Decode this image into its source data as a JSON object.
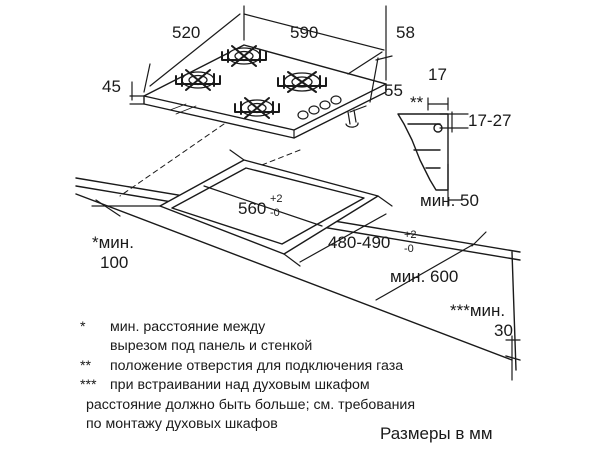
{
  "dimensions": {
    "width_520": "520",
    "depth_590": "590",
    "offset_58": "58",
    "height_45": "45",
    "gas_55": "55",
    "bracket_17": "17",
    "bracket_star2": "**",
    "bracket_17_27": "17-27",
    "min_50": "мин. 50",
    "cutout_560": "560",
    "cutout_560_tol_plus": "+2",
    "cutout_560_tol_minus": "-0",
    "cutout_480": "480-490",
    "cutout_480_tol_plus": "+2",
    "cutout_480_tol_minus": "-0",
    "min_100_label": "*мин.",
    "min_100_value": "100",
    "min_600": "мин. 600",
    "min_30_label": "***мин.",
    "min_30_value": "30"
  },
  "footnotes": [
    {
      "mark": "*",
      "lines": [
        "мин. расстояние между",
        "вырезом под панель и стенкой"
      ]
    },
    {
      "mark": "**",
      "lines": [
        "положение отверстия для подключения газа"
      ]
    },
    {
      "mark": "***",
      "lines": [
        "при встраивании над духовым шкафом",
        "расстояние должно быть больше; см. требования",
        "по монтажу духовых шкафов"
      ]
    }
  ],
  "units_label": "Размеры в мм",
  "colors": {
    "line": "#1a1a1a",
    "background": "#ffffff"
  }
}
